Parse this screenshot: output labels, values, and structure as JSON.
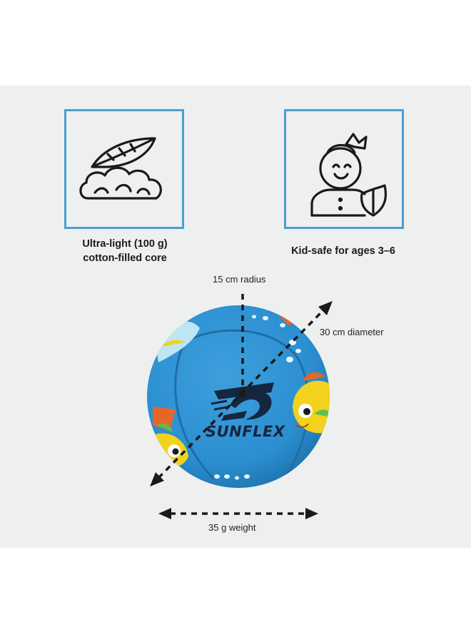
{
  "features": [
    {
      "label_line1": "Ultra-light (100 g)",
      "label_line2": "cotton-filled core",
      "icon": "feather-cloud-icon"
    },
    {
      "label_line1": "Kid-safe for ages 3–6",
      "icon": "child-shield-icon"
    }
  ],
  "dimensions": {
    "radius_label": "15 cm radius",
    "diameter_label": "30 cm diameter",
    "weight_label": "35 g weight"
  },
  "product": {
    "brand": "SUNFLEX"
  },
  "colors": {
    "box_border": "#4a9fd3",
    "ball_blue": "#2b8ed0",
    "panel_bg": "#eef0ef"
  }
}
